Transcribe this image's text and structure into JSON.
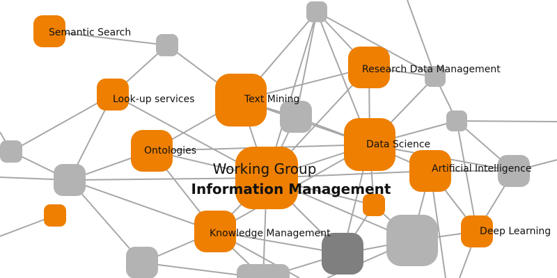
{
  "colors": {
    "orange": "#EE7F00",
    "gray": "#B3B3B3",
    "dark_gray": "#7F7F7F",
    "edge": "#A6A6A6",
    "text": "#111111"
  },
  "title": {
    "line1": "Working Group",
    "line2": "Information Management"
  },
  "labels": {
    "semantic_search": "Semantic Search",
    "lookup_services": "Look-up services",
    "text_mining": "Text Mining",
    "research_data_management": "Research Data Management",
    "ontologies": "Ontologies",
    "data_science": "Data Science",
    "artificial_intelligence": "Artificial Intelligence",
    "knowledge_management": "Knowledge Management",
    "deep_learning": "Deep Learning"
  }
}
